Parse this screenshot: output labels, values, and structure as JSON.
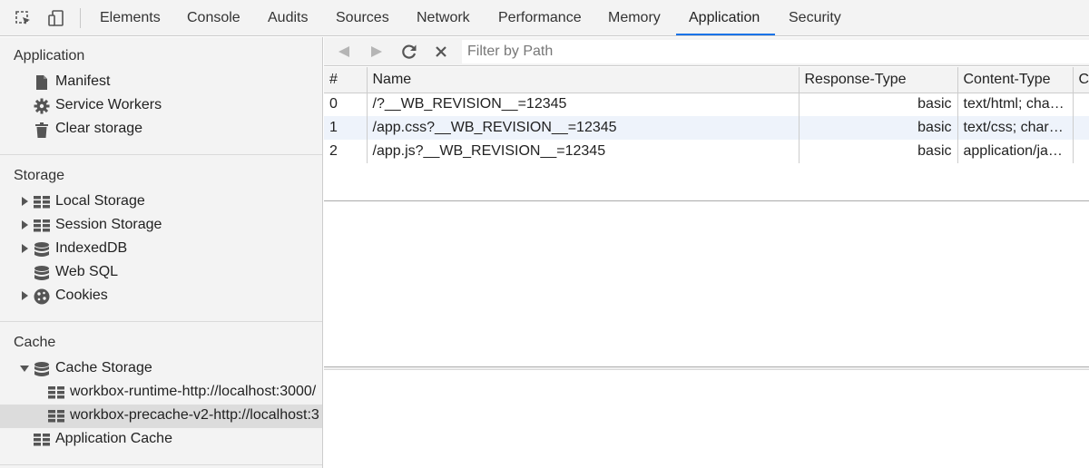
{
  "toolbar": {
    "tabs": [
      {
        "label": "Elements",
        "name": "tab-elements"
      },
      {
        "label": "Console",
        "name": "tab-console"
      },
      {
        "label": "Audits",
        "name": "tab-audits"
      },
      {
        "label": "Sources",
        "name": "tab-sources"
      },
      {
        "label": "Network",
        "name": "tab-network"
      },
      {
        "label": "Performance",
        "name": "tab-performance"
      },
      {
        "label": "Memory",
        "name": "tab-memory"
      },
      {
        "label": "Application",
        "name": "tab-application"
      },
      {
        "label": "Security",
        "name": "tab-security"
      }
    ],
    "active_tab": "Application",
    "accent_color": "#1a73e8"
  },
  "sidebar": {
    "sections": {
      "application": {
        "title": "Application",
        "items": [
          {
            "label": "Manifest",
            "icon": "file-icon"
          },
          {
            "label": "Service Workers",
            "icon": "gear-icon"
          },
          {
            "label": "Clear storage",
            "icon": "trash-icon"
          }
        ]
      },
      "storage": {
        "title": "Storage",
        "items": [
          {
            "label": "Local Storage",
            "icon": "grid-icon"
          },
          {
            "label": "Session Storage",
            "icon": "grid-icon"
          },
          {
            "label": "IndexedDB",
            "icon": "database-icon"
          },
          {
            "label": "Web SQL",
            "icon": "database-icon"
          },
          {
            "label": "Cookies",
            "icon": "cookie-icon"
          }
        ]
      },
      "cache": {
        "title": "Cache",
        "items": [
          {
            "label": "Cache Storage",
            "icon": "database-icon"
          },
          {
            "label": "workbox-runtime-http://localhost:3000/",
            "icon": "grid-icon"
          },
          {
            "label": "workbox-precache-v2-http://localhost:3",
            "icon": "grid-icon"
          },
          {
            "label": "Application Cache",
            "icon": "grid-icon"
          }
        ]
      }
    }
  },
  "main": {
    "filter": {
      "placeholder": "Filter by Path",
      "value": ""
    },
    "table": {
      "columns": [
        "#",
        "Name",
        "Response-Type",
        "Content-Type",
        "Co"
      ],
      "rows": [
        {
          "index": "0",
          "name": "/?__WB_REVISION__=12345",
          "response_type": "basic",
          "content_type": "text/html; cha…"
        },
        {
          "index": "1",
          "name": "/app.css?__WB_REVISION__=12345",
          "response_type": "basic",
          "content_type": "text/css; char…"
        },
        {
          "index": "2",
          "name": "/app.js?__WB_REVISION__=12345",
          "response_type": "basic",
          "content_type": "application/ja…"
        }
      ]
    }
  }
}
